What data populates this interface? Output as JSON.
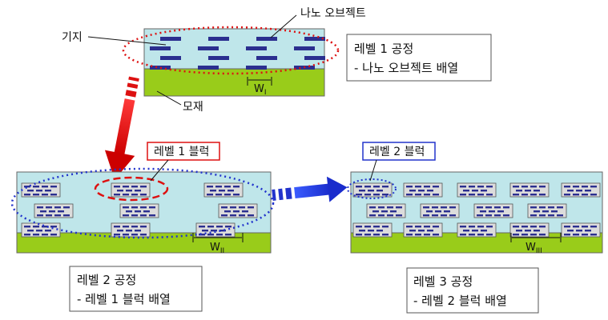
{
  "labels": {
    "nano_object": "나노 오브젝트",
    "matrix": "기지",
    "substrate": "모재"
  },
  "widths": {
    "w1": {
      "base": "W",
      "sub": "I"
    },
    "w2": {
      "base": "W",
      "sub": "II"
    },
    "w3": {
      "base": "W",
      "sub": "III"
    }
  },
  "callouts": {
    "level1_block": "레벨 1 블럭",
    "level2_block": "레벨 2 블럭"
  },
  "process_boxes": {
    "level1": {
      "line1": "레벨 1 공정",
      "line2": "- 나노 오브젝트 배열"
    },
    "level2": {
      "line1": "레벨 2 공정",
      "line2": "- 레벨 1 블럭 배열"
    },
    "level3": {
      "line1": "레벨 3 공정",
      "line2": "- 레벨 2 블럭 배열"
    }
  },
  "colors": {
    "matrix_fill": "#bfe6ea",
    "substrate_fill": "#99cc1a",
    "nano_fill": "#2b2f8f",
    "red_accent": "#dd1111",
    "blue_accent": "#2233cc"
  }
}
